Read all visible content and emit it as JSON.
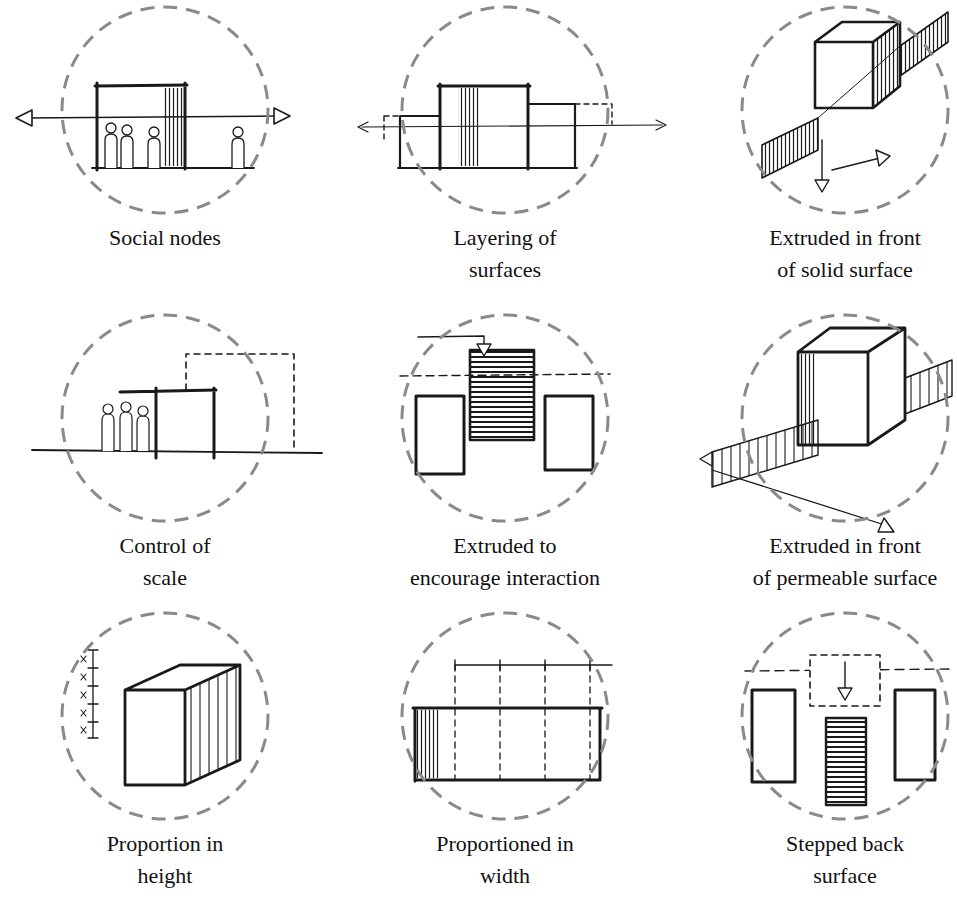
{
  "diagram": {
    "nodes": [
      {
        "text": [
          "Social nodes"
        ]
      },
      {
        "text": [
          "Layering of surfaces"
        ]
      },
      {
        "text": [
          "Extruded in front of solid surface"
        ]
      },
      {
        "text": [
          "Control of scale"
        ]
      },
      {
        "text": [
          "Extruded to encourage interaction"
        ]
      },
      {
        "text": [
          "Extruded in front of permeable surface"
        ]
      },
      {
        "text": [
          "Proportion in height"
        ]
      },
      {
        "text": [
          "Proportioned in width"
        ]
      },
      {
        "text": [
          "Stepped back surface"
        ]
      }
    ]
  }
}
